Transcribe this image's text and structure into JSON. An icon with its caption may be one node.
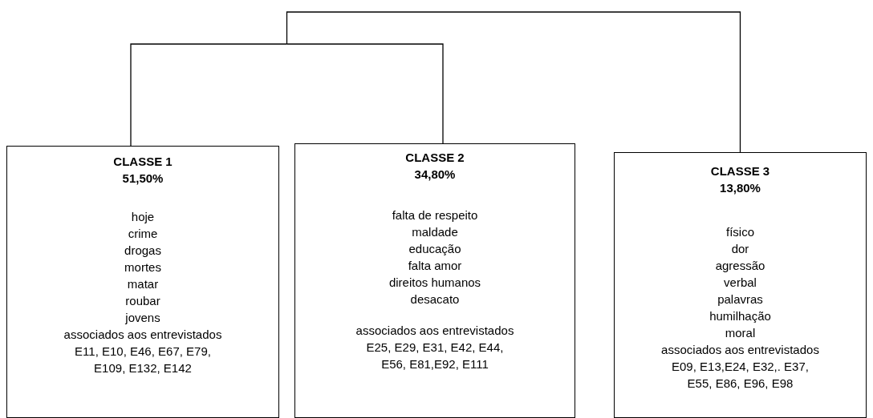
{
  "diagram": {
    "nodes": [
      {
        "text": [
          "CLASSE 1",
          "51,50%",
          "hoje",
          "crime",
          "drogas",
          "mortes",
          "matar",
          "roubar",
          "jovens",
          "associados aos entrevistados",
          "E11, E10, E46, E67, E79, E109, E132, E142"
        ]
      },
      {
        "text": [
          "CLASSE 2",
          "34,80%",
          "falta de respeito",
          "maldade",
          "educação",
          "falta amor",
          "direitos humanos",
          "desacato",
          "associados aos entrevistados",
          "E25, E29, E31, E42, E44, E56, E81,E92, E111"
        ]
      },
      {
        "text": [
          "CLASSE 3",
          "13,80%",
          "físico",
          "dor",
          "agressão",
          "verbal",
          "palavras",
          "humilhação",
          "moral",
          "associados aos entrevistados",
          "E09, E13,E24, E32,. E37, E55, E86, E96, E98"
        ]
      }
    ],
    "edges": [
      {
        "from": 0,
        "to": 2,
        "arrow": "none"
      },
      {
        "from": 1,
        "to": 2,
        "arrow": "none"
      }
    ]
  }
}
